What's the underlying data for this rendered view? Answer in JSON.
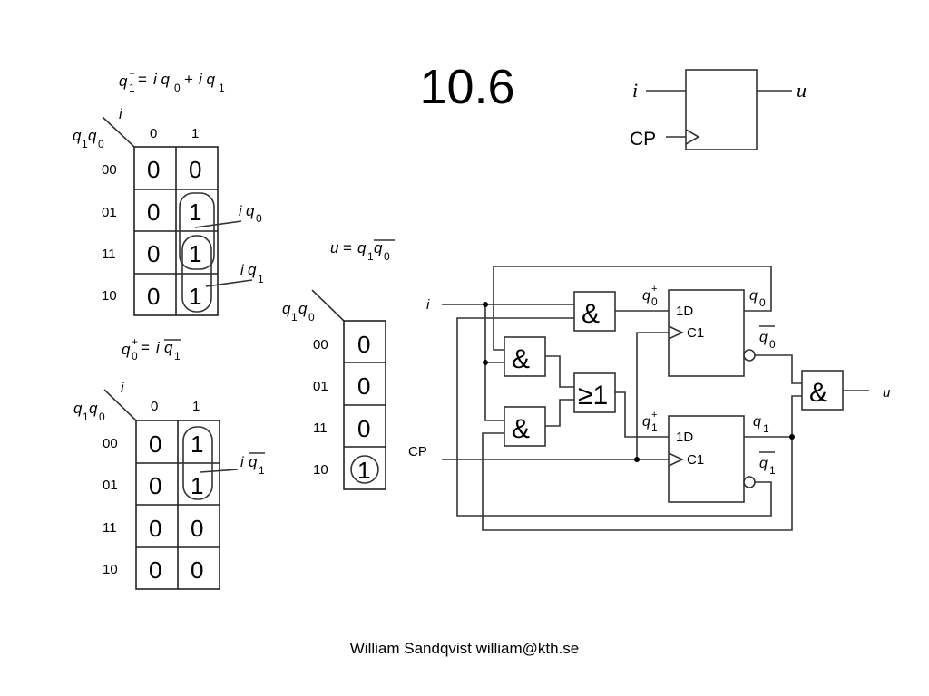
{
  "slide": {
    "title": "10.6",
    "footer": "William Sandqvist william@kth.se"
  },
  "block_symbol": {
    "input_label": "i",
    "clock_label": "CP",
    "output_label": "u"
  },
  "kmap_q1": {
    "equation": {
      "lhs": "q",
      "lhs_sub": "1",
      "lhs_sup": "+",
      "eq": "=",
      "terms": [
        "i q0",
        "i q1"
      ],
      "plus": "+"
    },
    "corner_col_var": "i",
    "corner_row_vars": "q1q0",
    "col_headers": [
      "0",
      "1"
    ],
    "row_headers": [
      "00",
      "01",
      "11",
      "10"
    ],
    "cells": [
      [
        "0",
        "0"
      ],
      [
        "0",
        "1"
      ],
      [
        "0",
        "1"
      ],
      [
        "0",
        "1"
      ]
    ],
    "group_labels": [
      {
        "text": "i",
        "var": "q",
        "sub": "0"
      },
      {
        "text": "i",
        "var": "q",
        "sub": "1"
      }
    ]
  },
  "kmap_q0": {
    "equation": {
      "lhs": "q",
      "lhs_sub": "0",
      "lhs_sup": "+",
      "eq": "=",
      "term_i": "i",
      "term_var": "q",
      "term_sub": "1",
      "term_negated": true
    },
    "corner_col_var": "i",
    "corner_row_vars": "q1q0",
    "col_headers": [
      "0",
      "1"
    ],
    "row_headers": [
      "00",
      "01",
      "11",
      "10"
    ],
    "cells": [
      [
        "0",
        "1"
      ],
      [
        "0",
        "1"
      ],
      [
        "0",
        "0"
      ],
      [
        "0",
        "0"
      ]
    ],
    "group_labels": [
      {
        "text": "i",
        "var": "q",
        "sub": "1",
        "negated": true
      }
    ]
  },
  "kmap_u": {
    "equation": {
      "lhs": "u",
      "eq": "=",
      "var1": "q",
      "sub1": "1",
      "var2": "q",
      "sub2": "0",
      "var2_negated": true
    },
    "corner_row_vars": "q1q0",
    "row_headers": [
      "00",
      "01",
      "11",
      "10"
    ],
    "cells": [
      "0",
      "0",
      "0",
      "1"
    ]
  },
  "circuit": {
    "input_i": "i",
    "input_cp": "CP",
    "output_u": "u",
    "and_symbol": "&",
    "or_symbol": "≥1",
    "ff_d_label": "1D",
    "ff_clk_label": "C1",
    "q0_plus": {
      "var": "q",
      "sub": "0",
      "sup": "+"
    },
    "q1_plus": {
      "var": "q",
      "sub": "1",
      "sup": "+"
    },
    "q0": {
      "var": "q",
      "sub": "0"
    },
    "q0_bar": {
      "var": "q",
      "sub": "0"
    },
    "q1": {
      "var": "q",
      "sub": "1"
    },
    "q1_bar": {
      "var": "q",
      "sub": "1"
    }
  }
}
